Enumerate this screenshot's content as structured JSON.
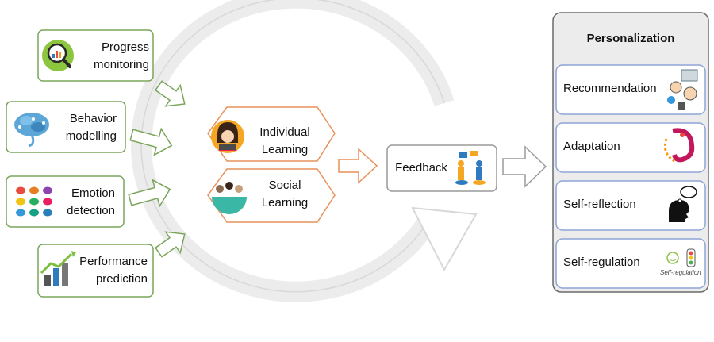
{
  "inputs": [
    {
      "line1": "Progress",
      "line2": "monitoring",
      "icon": "magnifier-chart-icon"
    },
    {
      "line1": "Behavior",
      "line2": "modelling",
      "icon": "brain-network-icon"
    },
    {
      "line1": "Emotion",
      "line2": "detection",
      "icon": "emotion-faces-icon"
    },
    {
      "line1": "Performance",
      "line2": "prediction",
      "icon": "growth-chart-icon"
    }
  ],
  "learning": [
    {
      "line1": "Individual",
      "line2": "Learning",
      "icon": "student-avatar-icon"
    },
    {
      "line1": "Social",
      "line2": "Learning",
      "icon": "group-people-icon"
    }
  ],
  "feedback": {
    "label": "Feedback",
    "icon": "conversation-icon"
  },
  "personalization": {
    "title": "Personalization",
    "items": [
      {
        "label": "Recommendation",
        "icon": "recommendation-people-icon"
      },
      {
        "label": "Adaptation",
        "icon": "chameleon-icon"
      },
      {
        "label": "Self-reflection",
        "icon": "thinking-head-icon"
      },
      {
        "label": "Self-regulation",
        "icon": "traffic-light-icon",
        "caption": "Self-regulation"
      }
    ]
  },
  "colors": {
    "green": "#7aa55a",
    "orange": "#e8915a",
    "blue": "#8fa3d6",
    "gray": "#9a9a9a"
  }
}
